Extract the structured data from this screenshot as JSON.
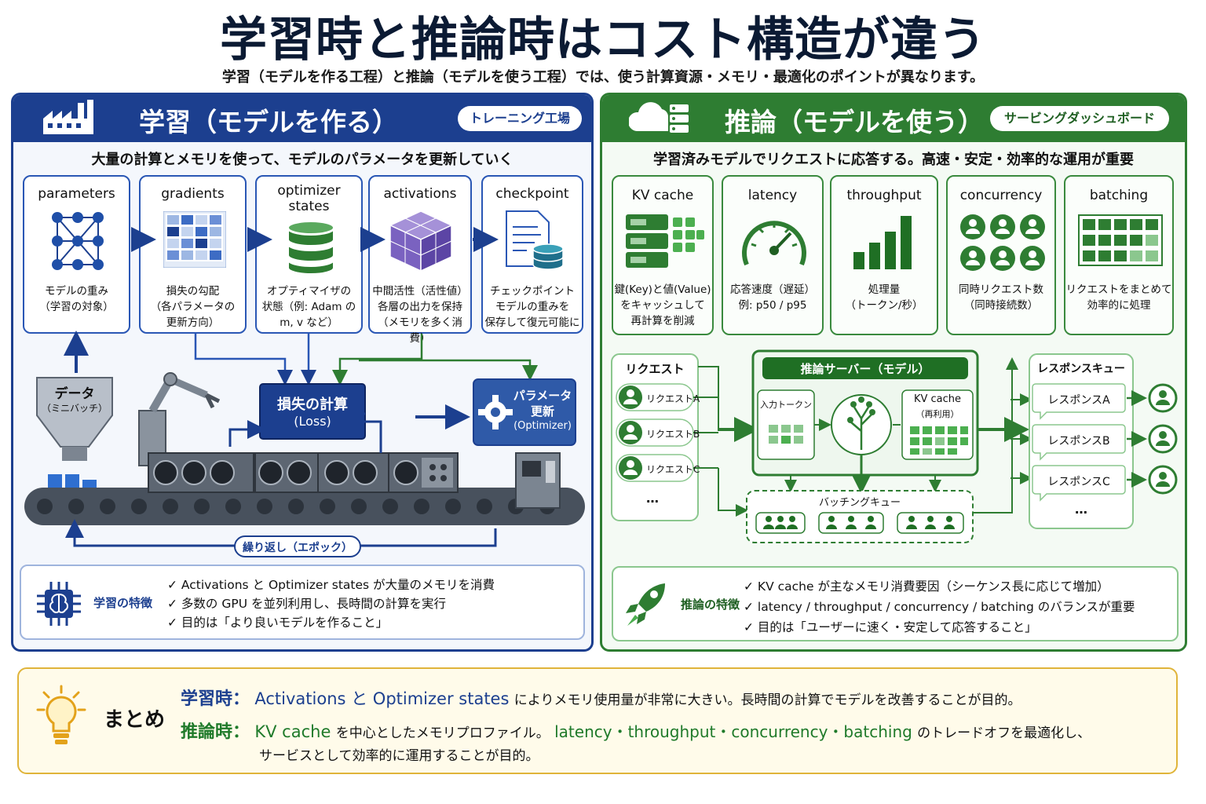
{
  "title": "学習時と推論時はコスト構造が違う",
  "subtitle": "学習（モデルを作る工程）と推論（モデルを使う工程）では、使う計算資源・メモリ・最適化のポイントが異なります。",
  "training": {
    "title": "学習（モデルを作る）",
    "tag": "トレーニング工場",
    "desc": "大量の計算とメモリを使って、モデルのパラメータを更新していく",
    "cards": [
      {
        "title": "parameters",
        "desc1": "モデルの重み",
        "desc2": "（学習の対象）",
        "desc3": ""
      },
      {
        "title": "gradients",
        "desc1": "損失の勾配",
        "desc2": "（各パラメータの",
        "desc3": "更新方向）"
      },
      {
        "title": "optimizer states",
        "title1": "optimizer",
        "title2": "states",
        "desc1": "オプティマイザの",
        "desc2": "状態（例: Adam の",
        "desc3": "m, v など）"
      },
      {
        "title": "activations",
        "desc1": "中間活性（活性値）",
        "desc2": "各層の出力を保持",
        "desc3": "（メモリを多く消費）"
      },
      {
        "title": "checkpoint",
        "desc1": "チェックポイント",
        "desc2": "モデルの重みを",
        "desc3": "保存して復元可能に"
      }
    ],
    "data_label": "データ",
    "data_sub": "（ミニバッチ）",
    "loss_label": "損失の計算",
    "loss_sub": "(Loss)",
    "update_label1": "パラメータ",
    "update_label2": "更新",
    "update_label3": "(Optimizer)",
    "loop_label": "繰り返し（エポック）",
    "features_title": "学習の特徴",
    "features": [
      "Activations と Optimizer states が大量のメモリを消費",
      "多数の GPU を並列利用し、長時間の計算を実行",
      "目的は「より良いモデルを作ること」"
    ]
  },
  "inference": {
    "title": "推論（モデルを使う）",
    "tag": "サービングダッシュボード",
    "desc": "学習済みモデルでリクエストに応答する。高速・安定・効率的な運用が重要",
    "cards": [
      {
        "title": "KV cache",
        "desc1": "鍵(Key)と値(Value)",
        "desc2": "をキャッシュして",
        "desc3": "再計算を削減"
      },
      {
        "title": "latency",
        "desc1": "応答速度（遅延）",
        "desc2": "例: p50 / p95",
        "desc3": ""
      },
      {
        "title": "throughput",
        "desc1": "処理量",
        "desc2": "（トークン/秒）",
        "desc3": ""
      },
      {
        "title": "concurrency",
        "desc1": "同時リクエスト数",
        "desc2": "（同時接続数）",
        "desc3": ""
      },
      {
        "title": "batching",
        "desc1": "リクエストをまとめて",
        "desc2": "効率的に処理",
        "desc3": ""
      }
    ],
    "requests_title": "リクエスト",
    "requests": [
      "リクエストA",
      "リクエストB",
      "リクエストC"
    ],
    "ellipsis": "…",
    "server_title": "推論サーバー（モデル）",
    "input_tokens": "入力トークン",
    "kv_cache": "KV cache",
    "kv_reuse": "（再利用）",
    "batch_queue": "バッチングキュー",
    "response_title": "レスポンスキュー",
    "responses": [
      "レスポンスA",
      "レスポンスB",
      "レスポンスC"
    ],
    "features_title": "推論の特徴",
    "features": [
      "KV cache が主なメモリ消費要因（シーケンス長に応じて増加）",
      "latency / throughput / concurrency / batching のバランスが重要",
      "目的は「ユーザーに速く・安定して応答すること」"
    ]
  },
  "summary": {
    "title": "まとめ",
    "training_label": "学習時：",
    "training_key": "Activations と Optimizer states",
    "training_text": "によりメモリ使用量が非常に大きい。長時間の計算でモデルを改善することが目的。",
    "inference_label": "推論時：",
    "inference_key": "KV cache",
    "inference_text1": "を中心としたメモリプロファイル。",
    "inference_key2": "latency・throughput・concurrency・batching",
    "inference_text2": "のトレードオフを最適化し、",
    "inference_text3": "サービスとして効率的に運用することが目的。"
  },
  "colors": {
    "training": "#1c3f8f",
    "inference": "#2e7d32",
    "summary_border": "#e0b43a"
  }
}
